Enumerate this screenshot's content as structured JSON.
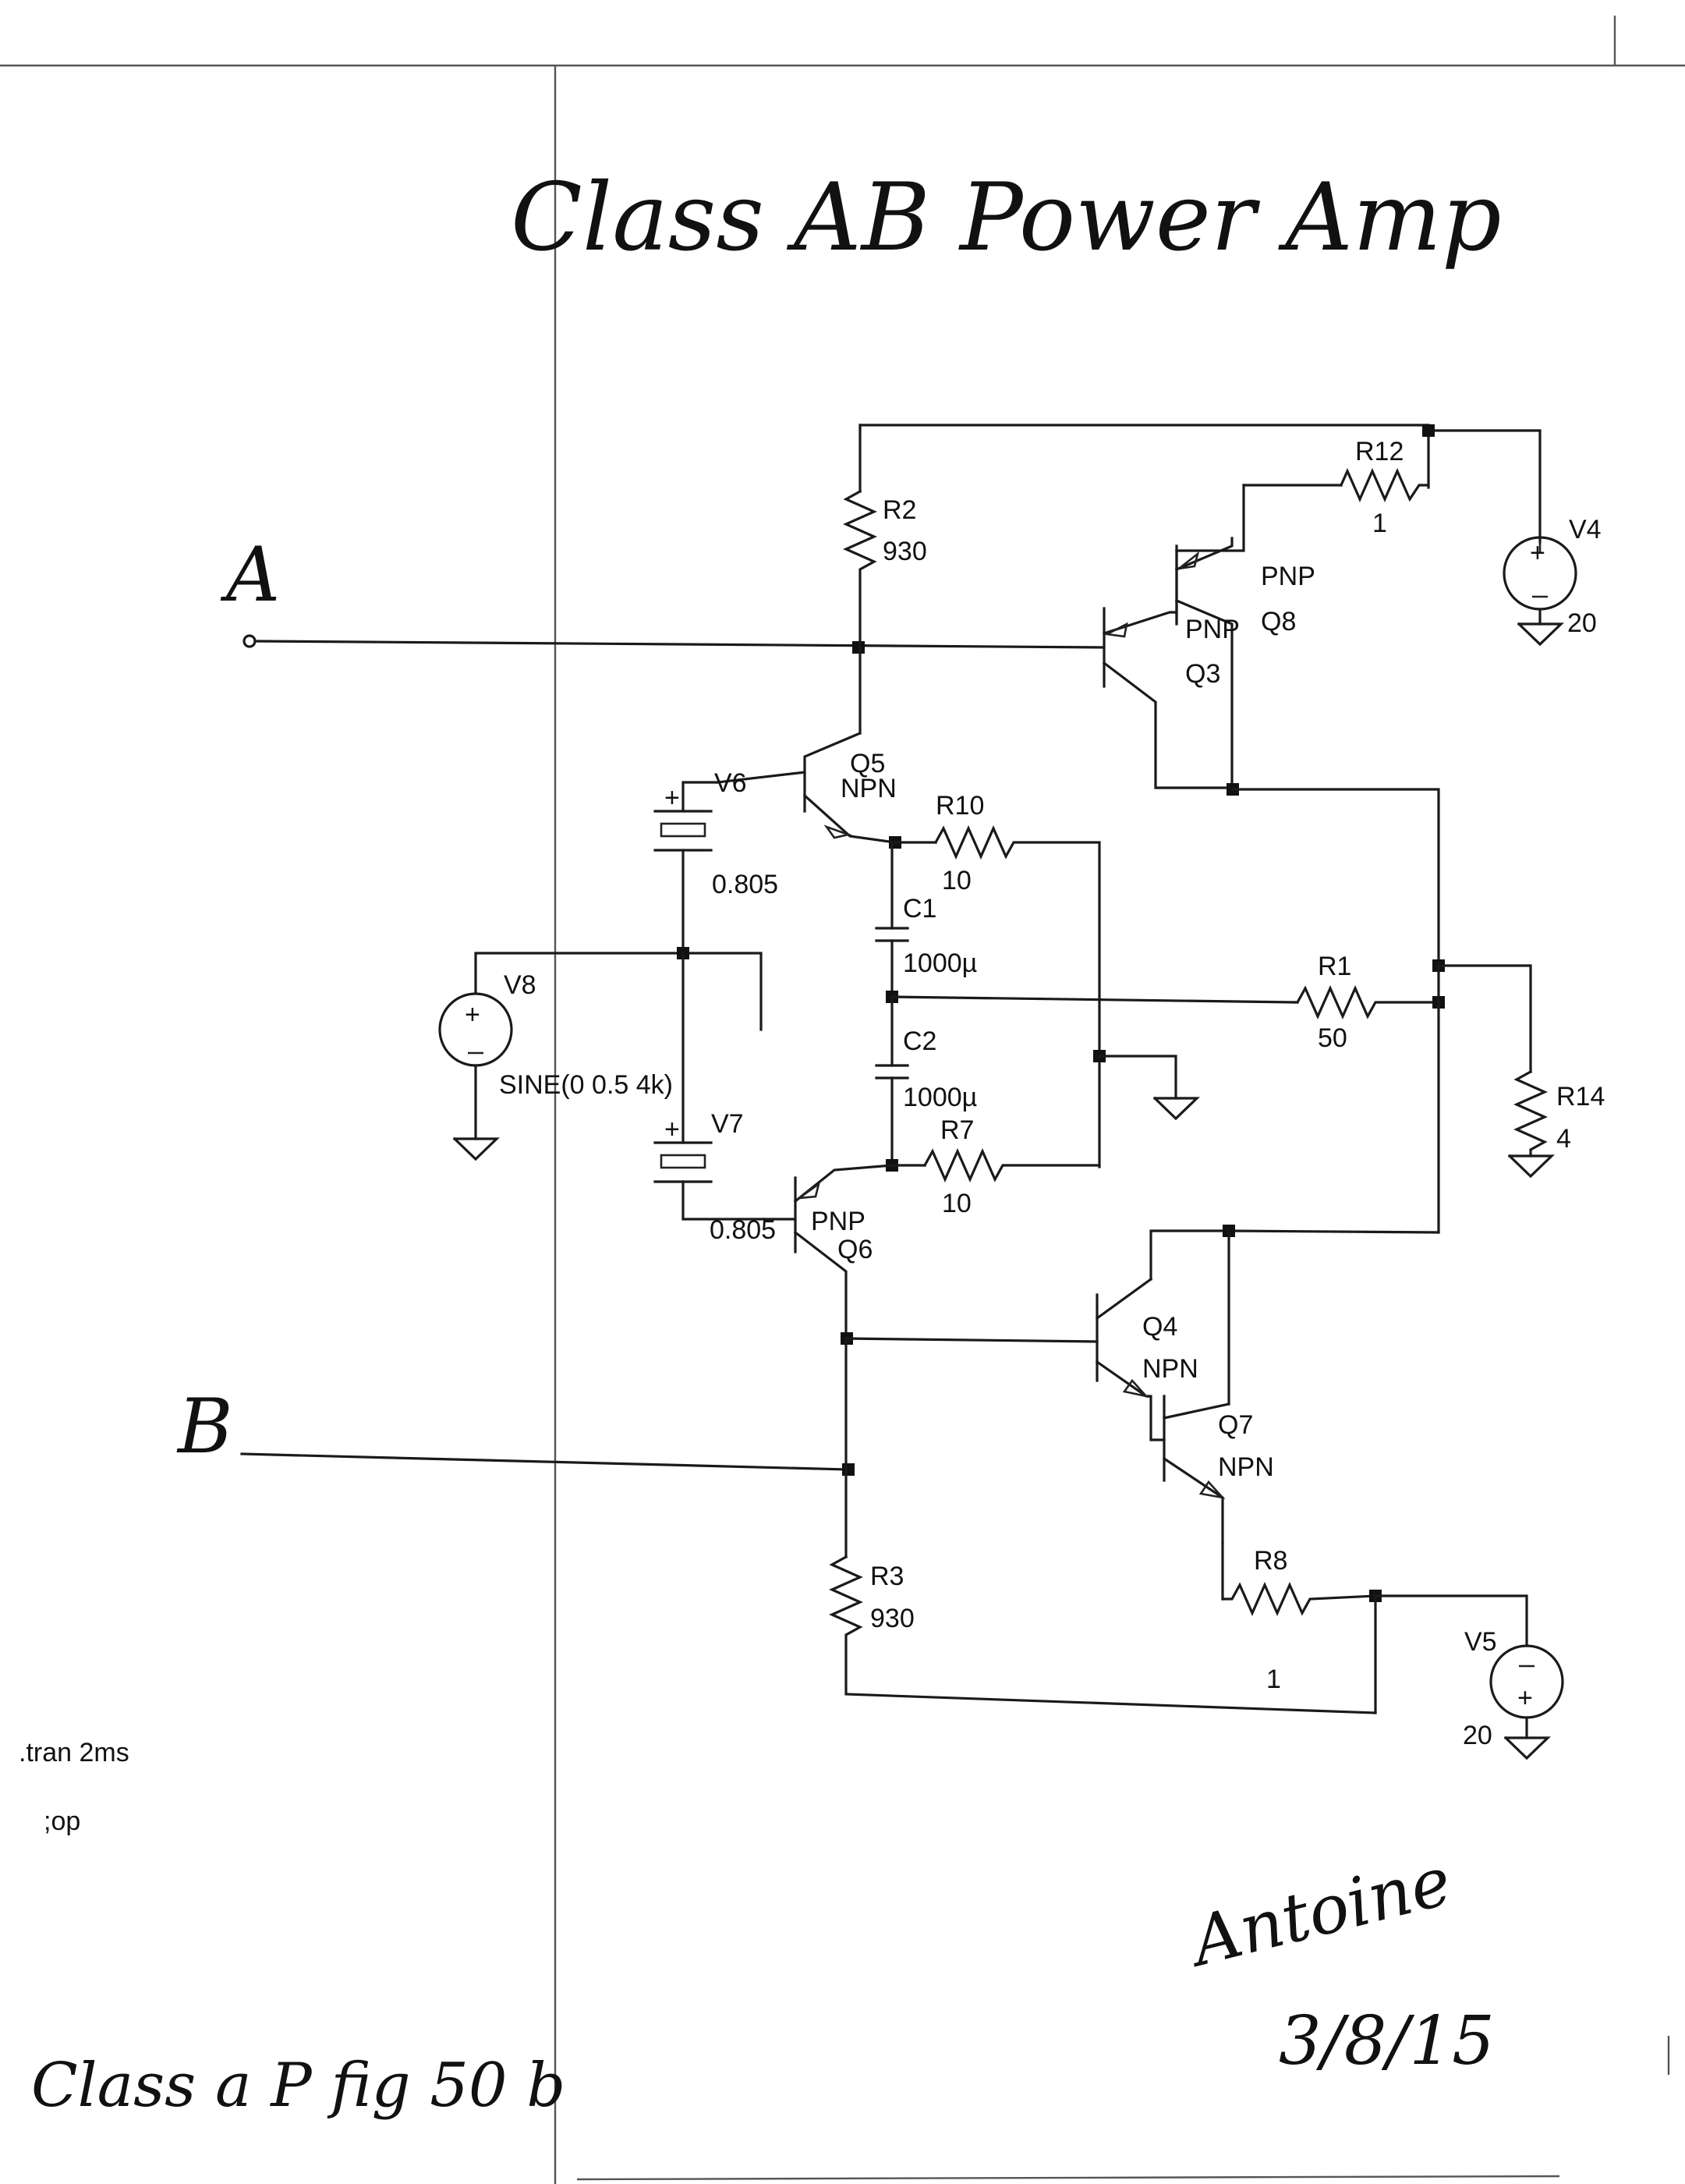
{
  "title": "Class AB Power Amp",
  "ports": {
    "a": "A",
    "b": "B"
  },
  "components": {
    "r2": {
      "name": "R2",
      "value": "930"
    },
    "r3": {
      "name": "R3",
      "value": "930"
    },
    "r12": {
      "name": "R12",
      "value": "1"
    },
    "r10": {
      "name": "R10",
      "value": "10"
    },
    "r7": {
      "name": "R7",
      "value": "10"
    },
    "r1": {
      "name": "R1",
      "value": "50"
    },
    "r14": {
      "name": "R14",
      "value": "4"
    },
    "r8": {
      "name": "R8",
      "value": "1"
    },
    "c1": {
      "name": "C1",
      "value": "1000µ"
    },
    "c2": {
      "name": "C2",
      "value": "1000µ"
    },
    "v4": {
      "name": "V4",
      "value": "20"
    },
    "v5": {
      "name": "V5",
      "value": "20"
    },
    "v6": {
      "name": "V6",
      "value": "0.805"
    },
    "v7": {
      "name": "V7",
      "value": "0.805"
    },
    "v8": {
      "name": "V8",
      "value": "SINE(0 0.5 4k)"
    },
    "q3": {
      "name": "Q3",
      "type": "PNP"
    },
    "q8": {
      "name": "Q8",
      "type": "PNP"
    },
    "q5": {
      "name": "Q5",
      "type": "NPN"
    },
    "q6": {
      "name": "Q6",
      "type": "PNP"
    },
    "q4": {
      "name": "Q4",
      "type": "NPN"
    },
    "q7": {
      "name": "Q7",
      "type": "NPN"
    }
  },
  "directives": {
    "tran": ".tran 2ms",
    "op": ";op"
  },
  "figure_note": "Class a P fig 50 b",
  "signature": {
    "name": "Antoine",
    "date": "3/8/15"
  },
  "colors": {
    "ink": "#111111",
    "paper": "#ffffff"
  }
}
